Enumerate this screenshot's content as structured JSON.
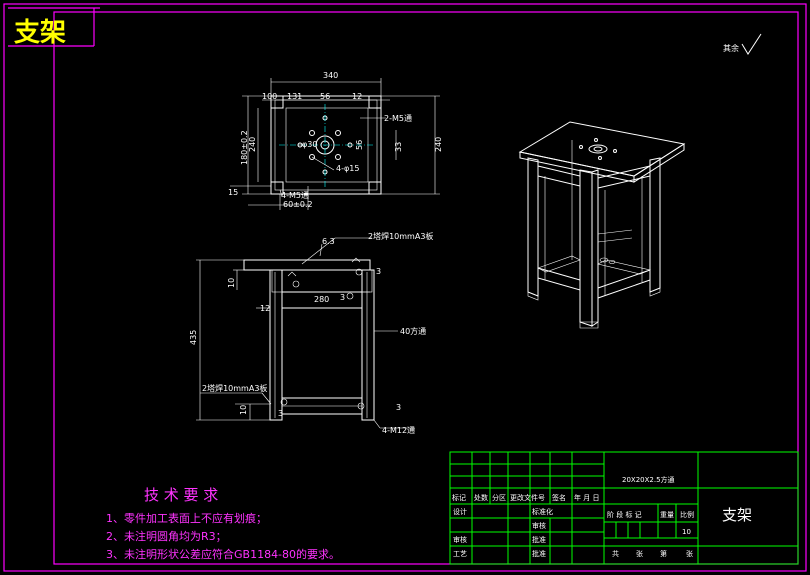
{
  "drawing_title": "支架",
  "surface_mark": "其余",
  "plan_view": {
    "dims": [
      "340",
      "100",
      "131",
      "56",
      "12",
      "2-M5通",
      "180±0.2",
      "240",
      "33",
      "56",
      "240",
      "4-φ15",
      "15",
      "4-M5通",
      "60±0.2",
      "φ30"
    ]
  },
  "front_view": {
    "dims": [
      "6.3",
      "2塔焊10mmA3板",
      "3",
      "10",
      "12",
      "280",
      "3",
      "435",
      "40方通",
      "2塔焊10mmA3板",
      "10",
      "3",
      "3",
      "4-M12通"
    ]
  },
  "tech_requirements": {
    "heading": "技 术 要 求",
    "items": [
      "1、零件加工表面上不应有划痕；",
      "2、未注明圆角均为R3；",
      "3、未注明形状公差应符合GB1184-80的要求。"
    ]
  },
  "title_block": {
    "material": "20X20X2.5方通",
    "part_name": "支架",
    "header_labels": [
      "标记",
      "处数",
      "分区",
      "更改文件号",
      "签名",
      "年 月 日"
    ],
    "left_labels": [
      "设计",
      "标准化",
      "审核",
      "工艺",
      "批准",
      "审核",
      "批准"
    ],
    "stage_labels": [
      "阶 段 标 记",
      "重量",
      "比例"
    ],
    "scale": "10",
    "sheet_labels": [
      "共",
      "张",
      "第",
      "张"
    ]
  },
  "colors": {
    "background": "#000000",
    "frame": "#ff00ff",
    "title_block": "#00ff00",
    "drawing": "#ffffff",
    "title_text": "#ffff00",
    "notes": "#ff33ff"
  }
}
